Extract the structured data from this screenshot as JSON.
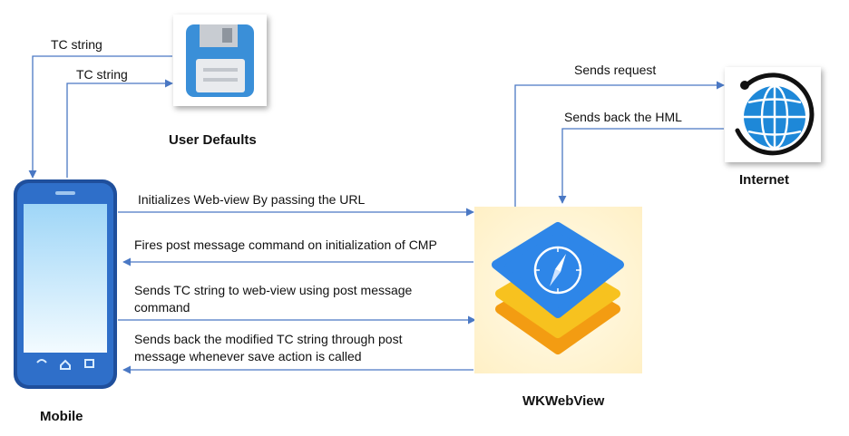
{
  "nodes": {
    "user_defaults": "User Defaults",
    "internet": "Internet",
    "mobile": "Mobile",
    "wkwebview": "WKWebView"
  },
  "edges": {
    "tc_string_1": "TC string",
    "tc_string_2": "TC string",
    "sends_request": "Sends request",
    "sends_back_hml": "Sends back the HML",
    "init_webview": "Initializes Web-view By passing  the URL",
    "fires_post": "Fires post message command on initialization of CMP",
    "sends_tc_line1": "Sends TC string to web-view using post message",
    "sends_tc_line2": "command",
    "sends_back_line1": "Sends back the modified TC string through post",
    "sends_back_line2": "message whenever save action is called"
  },
  "colors": {
    "connector": "#4a78c4",
    "floppy_blue": "#3a8fd8",
    "globe_blue": "#1e88d8",
    "compass_blue": "#3f8fe6",
    "layer_yellow": "#f7c21f",
    "layer_orange": "#f39c12"
  },
  "icons": [
    "floppy-disk-icon",
    "globe-icon",
    "smartphone-icon",
    "safari-webkit-icon"
  ]
}
